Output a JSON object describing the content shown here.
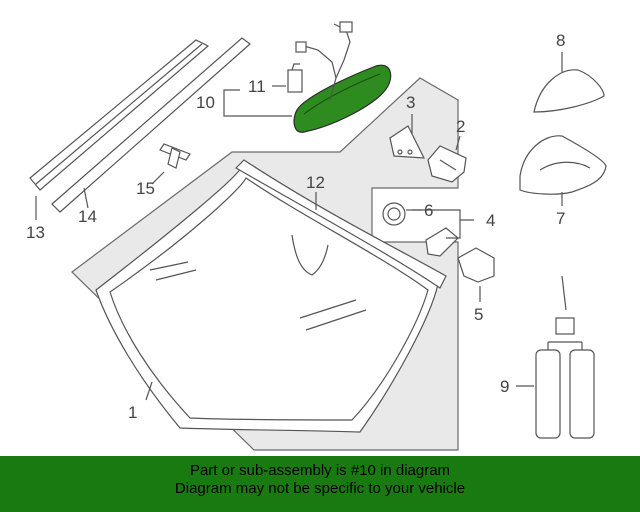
{
  "callouts": [
    "1",
    "2",
    "3",
    "4",
    "5",
    "6",
    "7",
    "8",
    "9",
    "10",
    "11",
    "12",
    "13",
    "14",
    "15"
  ],
  "banner": {
    "line1": "Part or sub-assembly is #10 in diagram",
    "line2": "Diagram may not be specific to your vehicle"
  },
  "colors": {
    "highlight": "#2e8b1f",
    "banner_bg": "#1a7a12",
    "background_panel": "#e9e9e9",
    "line": "#555555"
  }
}
